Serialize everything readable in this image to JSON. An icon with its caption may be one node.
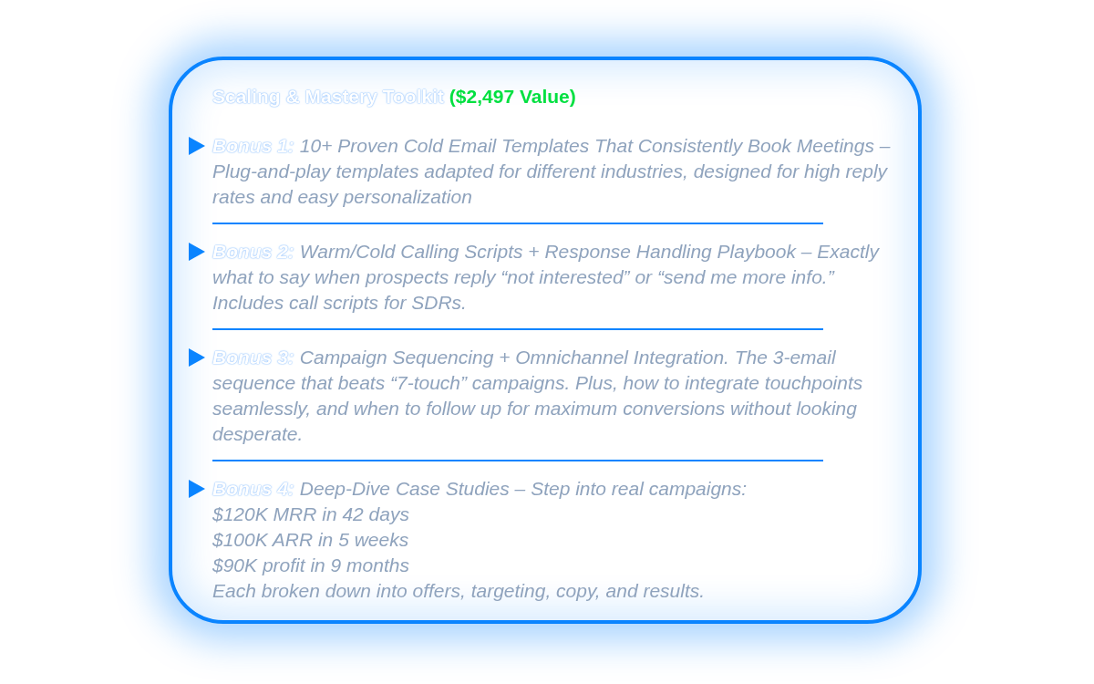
{
  "diagram": {
    "nodes": [
      {
        "text": [
          "Scaling & Mastery Toolkit",
          "($2,497 Value)",
          "Bonus 1:",
          "10+ Proven Cold Email Templates That Consistently Book Meetings – Plug-and-play templates adapted for different industries, designed for high reply rates and easy personalization",
          "Bonus 2:",
          "Warm/Cold Calling Scripts + Response Handling Playbook – Exactly what to say when prospects reply “not interested” or “send me more info.” Includes call scripts for SDRs.",
          "Bonus 3:",
          "Campaign Sequencing + Omnichannel Integration. The 3-email sequence that beats “7-touch” campaigns. Plus, how to integrate touchpoints seamlessly, and when to follow up for maximum conversions without looking desperate.",
          "Bonus 4:",
          "Deep-Dive Case Studies – Step into real campaigns:",
          "$120K MRR in 42 days",
          "$100K ARR in 5 weeks",
          "$90K profit in 9 months",
          "Each broken down into offers, targeting, copy, and results."
        ]
      }
    ]
  }
}
